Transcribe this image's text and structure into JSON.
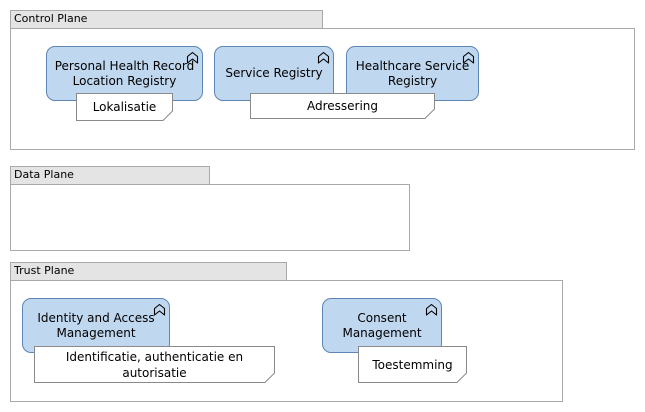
{
  "groups": {
    "control": {
      "title": "Control Plane"
    },
    "data": {
      "title": "Data Plane"
    },
    "trust": {
      "title": "Trust Plane"
    }
  },
  "services": {
    "phr_location_registry": {
      "label": "Personal Health Record\nLocation Registry",
      "icon": "service-icon"
    },
    "service_registry": {
      "label": "Service Registry",
      "icon": "service-icon"
    },
    "healthcare_service_registry": {
      "label": "Healthcare Service\nRegistry",
      "icon": "service-icon"
    },
    "identity_access_management": {
      "label": "Identity and Access\nManagement",
      "icon": "service-icon"
    },
    "consent_management": {
      "label": "Consent\nManagement",
      "icon": "service-icon"
    }
  },
  "notes": {
    "lokalisatie": "Lokalisatie",
    "adressering": "Adressering",
    "identificatie": "Identificatie, authenticatie en\nautorisatie",
    "toestemming": "Toestemming"
  },
  "colors": {
    "service_fill": "#bfd7ef",
    "service_border": "#5d86b4",
    "group_tab_fill": "#e4e4e4",
    "group_border": "#a9a9a9"
  }
}
